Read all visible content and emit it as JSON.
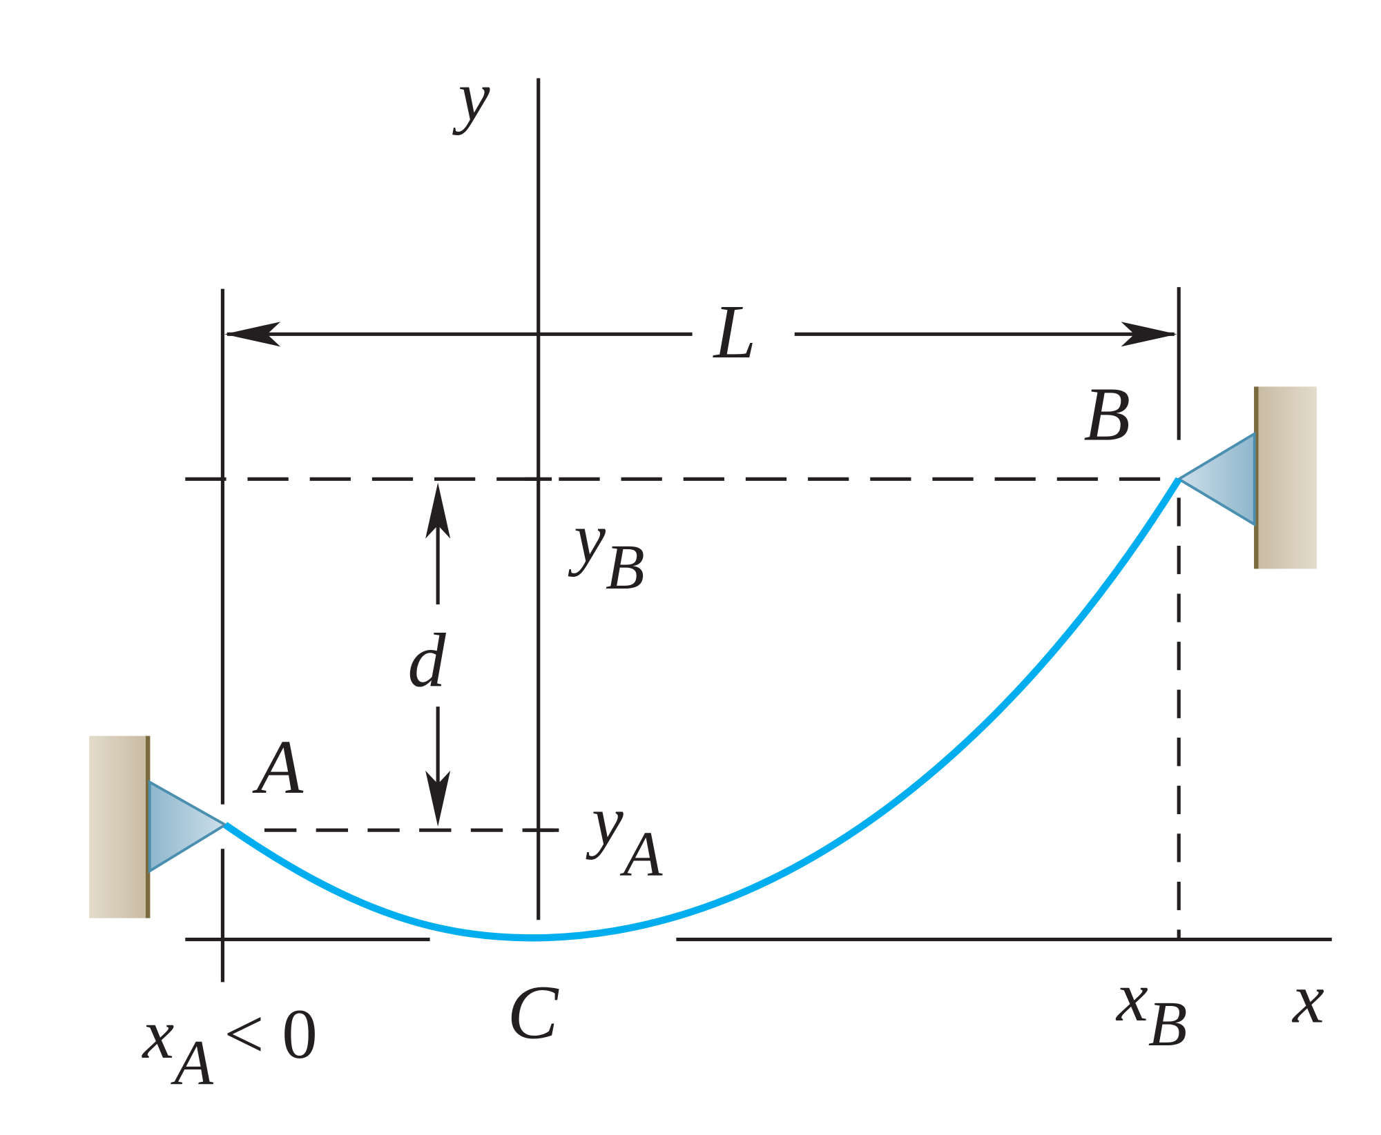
{
  "labels": {
    "y_axis": "y",
    "x_axis": "x",
    "length": "L",
    "point_a": "A",
    "point_b": "B",
    "point_c": "C",
    "sag": "d",
    "y_b": {
      "base": "y",
      "sub": "B"
    },
    "y_a": {
      "base": "y",
      "sub": "A"
    },
    "x_b": {
      "base": "x",
      "sub": "B"
    },
    "x_a": {
      "base": "x",
      "sub": "A",
      "rest": "< 0"
    }
  },
  "colors": {
    "line": "#231f20",
    "cable": "#00aeef",
    "wall": "#d6cbb8",
    "wall_edge": "#7a6a3e",
    "support": "#a9c9dc"
  }
}
